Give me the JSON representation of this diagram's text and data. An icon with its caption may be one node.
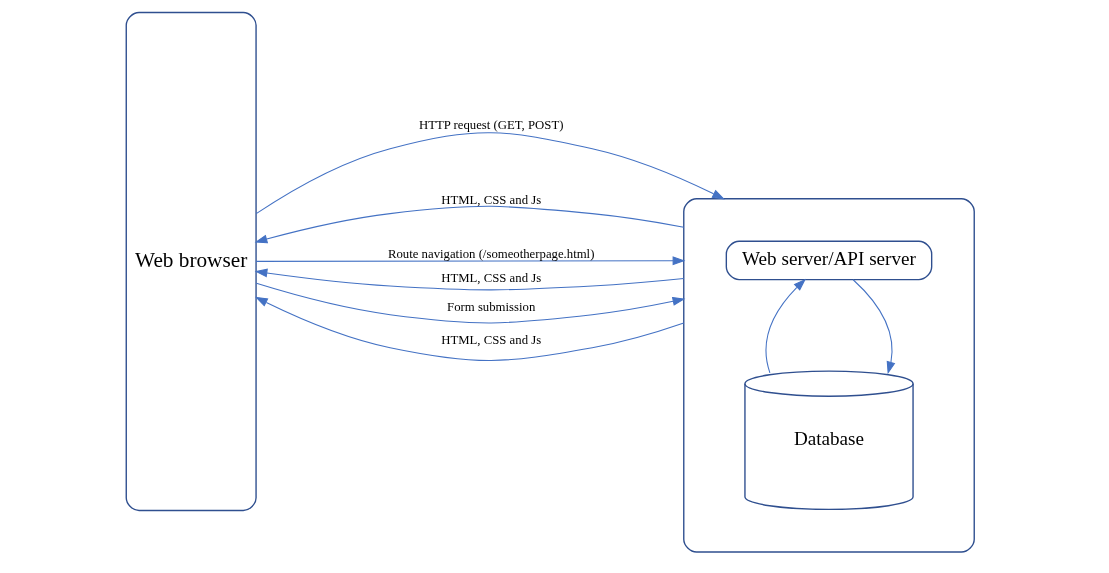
{
  "diagram": {
    "nodes": [
      {
        "text": [
          "Web browser"
        ]
      },
      {
        "text": [],
        "shape": "box"
      },
      {
        "text": [
          "Web server/API server"
        ],
        "in": 1
      },
      {
        "text": [
          "Database"
        ],
        "in": 1
      }
    ],
    "edges": [
      {
        "from": 0,
        "to": 1,
        "arrow": "to",
        "label": "HTTP request (GET, POST)"
      },
      {
        "from": 1,
        "to": 0,
        "arrow": "to",
        "label": "HTML, CSS and Js"
      },
      {
        "from": 0,
        "to": 1,
        "arrow": "to",
        "label": "Route navigation (/someotherpage.html)"
      },
      {
        "from": 1,
        "to": 0,
        "arrow": "to",
        "label": "HTML, CSS and Js"
      },
      {
        "from": 0,
        "to": 1,
        "arrow": "to",
        "label": "Form submission"
      },
      {
        "from": 1,
        "to": 0,
        "arrow": "to",
        "label": "HTML, CSS and Js"
      },
      {
        "from": 2,
        "to": 3,
        "arrow": "to"
      },
      {
        "from": 3,
        "to": 2,
        "arrow": "to"
      }
    ]
  }
}
